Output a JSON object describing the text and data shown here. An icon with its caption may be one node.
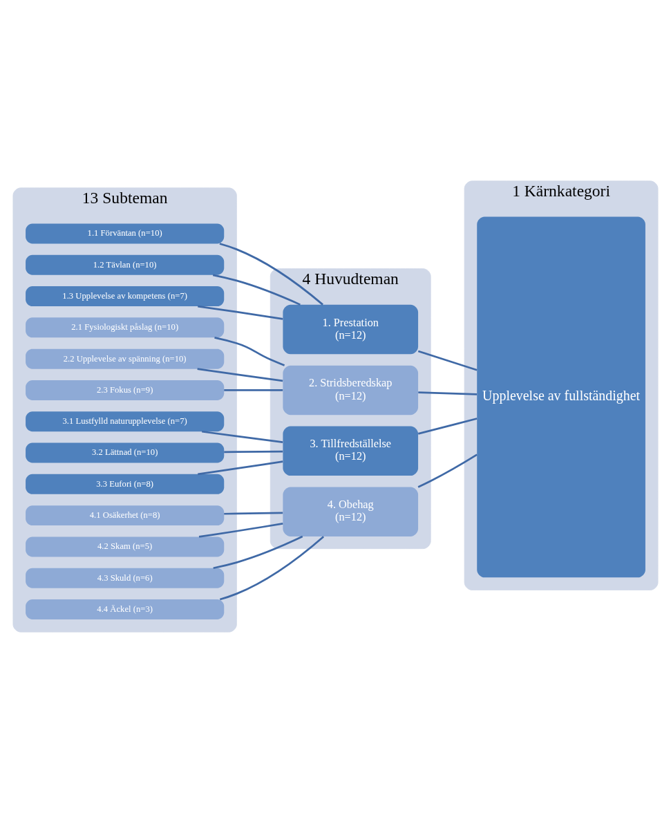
{
  "diagram": {
    "nodes": [
      {
        "text": [
          "13 Subteman"
        ]
      },
      {
        "text": [
          "1.1 Förväntan (n=10)"
        ],
        "in": 0
      },
      {
        "text": [
          "1.2 Tävlan (n=10)"
        ],
        "in": 0
      },
      {
        "text": [
          "1.3 Upplevelse av kompetens (n=7)"
        ],
        "in": 0
      },
      {
        "text": [
          "2.1 Fysiologiskt påslag (n=10)"
        ],
        "in": 0
      },
      {
        "text": [
          "2.2 Upplevelse av spänning (n=10)"
        ],
        "in": 0
      },
      {
        "text": [
          "2.3 Fokus (n=9)"
        ],
        "in": 0
      },
      {
        "text": [
          "3.1 Lustfylld naturupplevelse (n=7)"
        ],
        "in": 0
      },
      {
        "text": [
          "3.2 Lättnad (n=10)"
        ],
        "in": 0
      },
      {
        "text": [
          "3.3 Eufori (n=8)"
        ],
        "in": 0
      },
      {
        "text": [
          "4.1 Osäkerhet (n=8)"
        ],
        "in": 0
      },
      {
        "text": [
          "4.2 Skam (n=5)"
        ],
        "in": 0
      },
      {
        "text": [
          "4.3 Skuld (n=6)"
        ],
        "in": 0
      },
      {
        "text": [
          "4.4 Äckel (n=3)"
        ],
        "in": 0
      },
      {
        "text": [
          "4 Huvudteman"
        ]
      },
      {
        "text": [
          "1. Prestation",
          "(n=12)"
        ],
        "in": 14
      },
      {
        "text": [
          "2. Stridsberedskap",
          "(n=12)"
        ],
        "in": 14
      },
      {
        "text": [
          "3. Tillfredställelse",
          "(n=12)"
        ],
        "in": 14
      },
      {
        "text": [
          "4. Obehag",
          "(n=12)"
        ],
        "in": 14
      },
      {
        "text": [
          "1 Kärnkategori"
        ]
      },
      {
        "text": [
          "Upplevelse av fullständighet"
        ],
        "in": 19
      }
    ],
    "edges": [
      {
        "from": 1,
        "to": 15,
        "arrow": "none"
      },
      {
        "from": 2,
        "to": 15,
        "arrow": "none"
      },
      {
        "from": 3,
        "to": 15,
        "arrow": "none"
      },
      {
        "from": 4,
        "to": 16,
        "arrow": "none"
      },
      {
        "from": 5,
        "to": 16,
        "arrow": "none"
      },
      {
        "from": 6,
        "to": 16,
        "arrow": "none"
      },
      {
        "from": 7,
        "to": 17,
        "arrow": "none"
      },
      {
        "from": 8,
        "to": 17,
        "arrow": "none"
      },
      {
        "from": 9,
        "to": 17,
        "arrow": "none"
      },
      {
        "from": 10,
        "to": 18,
        "arrow": "none"
      },
      {
        "from": 11,
        "to": 18,
        "arrow": "none"
      },
      {
        "from": 12,
        "to": 18,
        "arrow": "none"
      },
      {
        "from": 13,
        "to": 18,
        "arrow": "none"
      },
      {
        "from": 15,
        "to": 20,
        "arrow": "none"
      },
      {
        "from": 16,
        "to": 20,
        "arrow": "none"
      },
      {
        "from": 17,
        "to": 20,
        "arrow": "none"
      },
      {
        "from": 18,
        "to": 20,
        "arrow": "none"
      }
    ]
  }
}
